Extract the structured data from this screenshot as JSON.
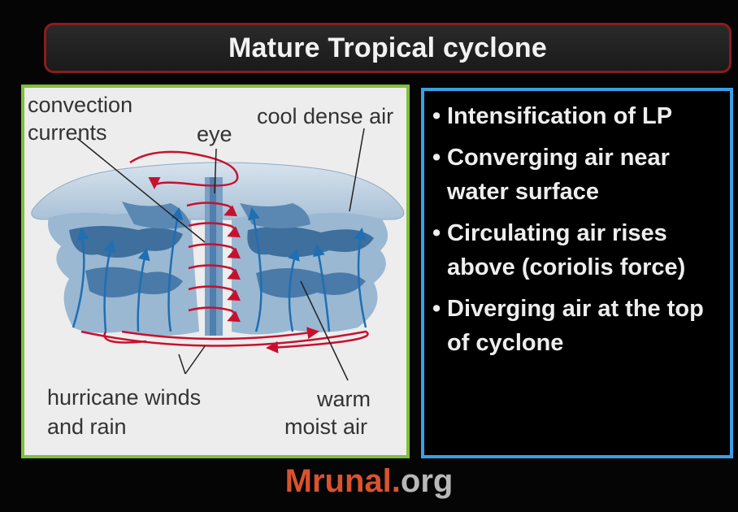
{
  "title": "Mature Tropical cyclone",
  "diagram": {
    "labels": {
      "convection_line1": "convection",
      "convection_line2": "currents",
      "eye": "eye",
      "cool_air": "cool dense air",
      "winds_line1": "hurricane winds",
      "winds_line2": "and rain",
      "warm_line1": "warm",
      "warm_line2": "moist air"
    },
    "colors": {
      "cloud": "#4a7aa8",
      "cloud_light": "#9ab8d2",
      "arrow_red": "#c8102e",
      "arrow_blue": "#1e6fb3",
      "panel_border": "#7fbf3a"
    }
  },
  "info": {
    "bullets": [
      "Intensification of LP",
      "Converging air near water surface",
      "Circulating air rises above (coriolis force)",
      "Diverging air at the top of cyclone"
    ],
    "border_color": "#3aa0e6"
  },
  "footer": {
    "brand": "Mrunal",
    "dot": ".",
    "tld": "org"
  }
}
